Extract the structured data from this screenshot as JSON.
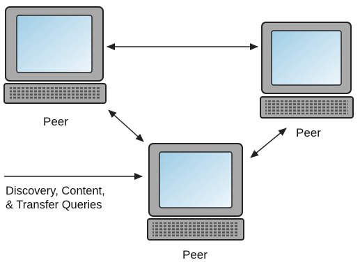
{
  "peers": [
    {
      "label": "Peer"
    },
    {
      "label": "Peer"
    },
    {
      "label": "Peer"
    }
  ],
  "input": {
    "line1": "Discovery, Content,",
    "line2": "& Transfer Queries"
  },
  "colors": {
    "screen_fill_light": "#eef6fb",
    "screen_fill_dark": "#9fcde5",
    "bezel": "#a9a9a9",
    "keyboard": "#a9a9a9",
    "stroke": "#222222"
  },
  "icons": [
    "computer-icon",
    "keyboard-icon",
    "arrow"
  ]
}
